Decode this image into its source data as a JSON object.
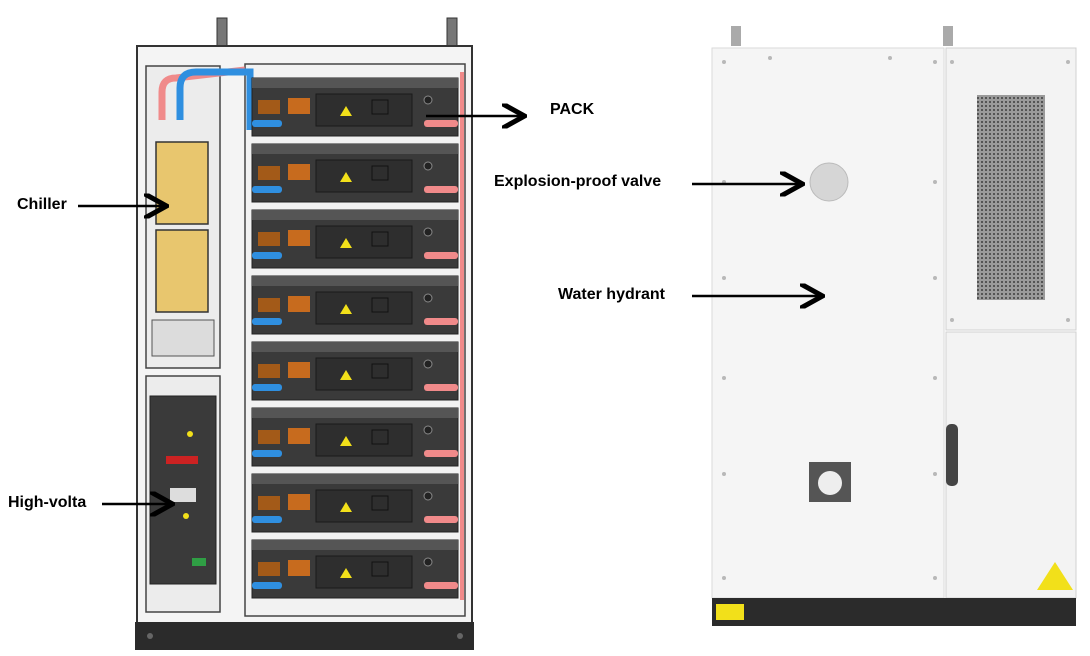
{
  "labels": {
    "pack": "PACK",
    "chiller": "Chiller",
    "high_voltage": "High-volta",
    "explosion_valve": "Explosion-proof valve",
    "water_hydrant": "Water hydrant"
  },
  "colors": {
    "pack_body": "#3a3a3a",
    "pack_top": "#555555",
    "pipe_red": "#f08a8a",
    "pipe_blue": "#2f8fe0",
    "chiller_panel": "#e8c66e",
    "warning_yellow": "#f2e01a",
    "cabinet_frame": "#333333",
    "door": "#f5f5f5",
    "vent": "#6a6a6a",
    "base": "#2b2b2b"
  },
  "pack_count": 8
}
